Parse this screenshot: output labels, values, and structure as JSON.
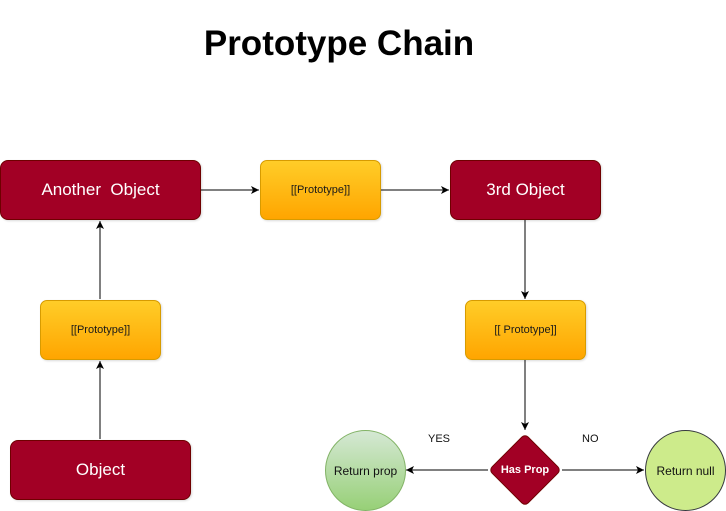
{
  "title": "Prototype Chain",
  "nodes": {
    "another_object": "Another  Object",
    "proto_top": "[[Prototype]]",
    "third_object": "3rd Object",
    "proto_left": "[[Prototype]]",
    "proto_right": "[[ Prototype]]",
    "object": "Object",
    "has_prop": "Has Prop",
    "return_prop": "Return prop",
    "return_null": "Return null"
  },
  "edge_labels": {
    "yes": "YES",
    "no": "NO"
  },
  "colors": {
    "object_fill": "#a20025",
    "object_stroke": "#6f0000",
    "prototype_fill_top": "#ffcd28",
    "prototype_fill_bottom": "#ffa500",
    "prototype_stroke": "#d79b00",
    "return_prop_fill_top": "#d5e8d4",
    "return_prop_fill_bottom": "#97d077",
    "return_null_fill": "#cdeb8b",
    "edge": "#000000"
  }
}
